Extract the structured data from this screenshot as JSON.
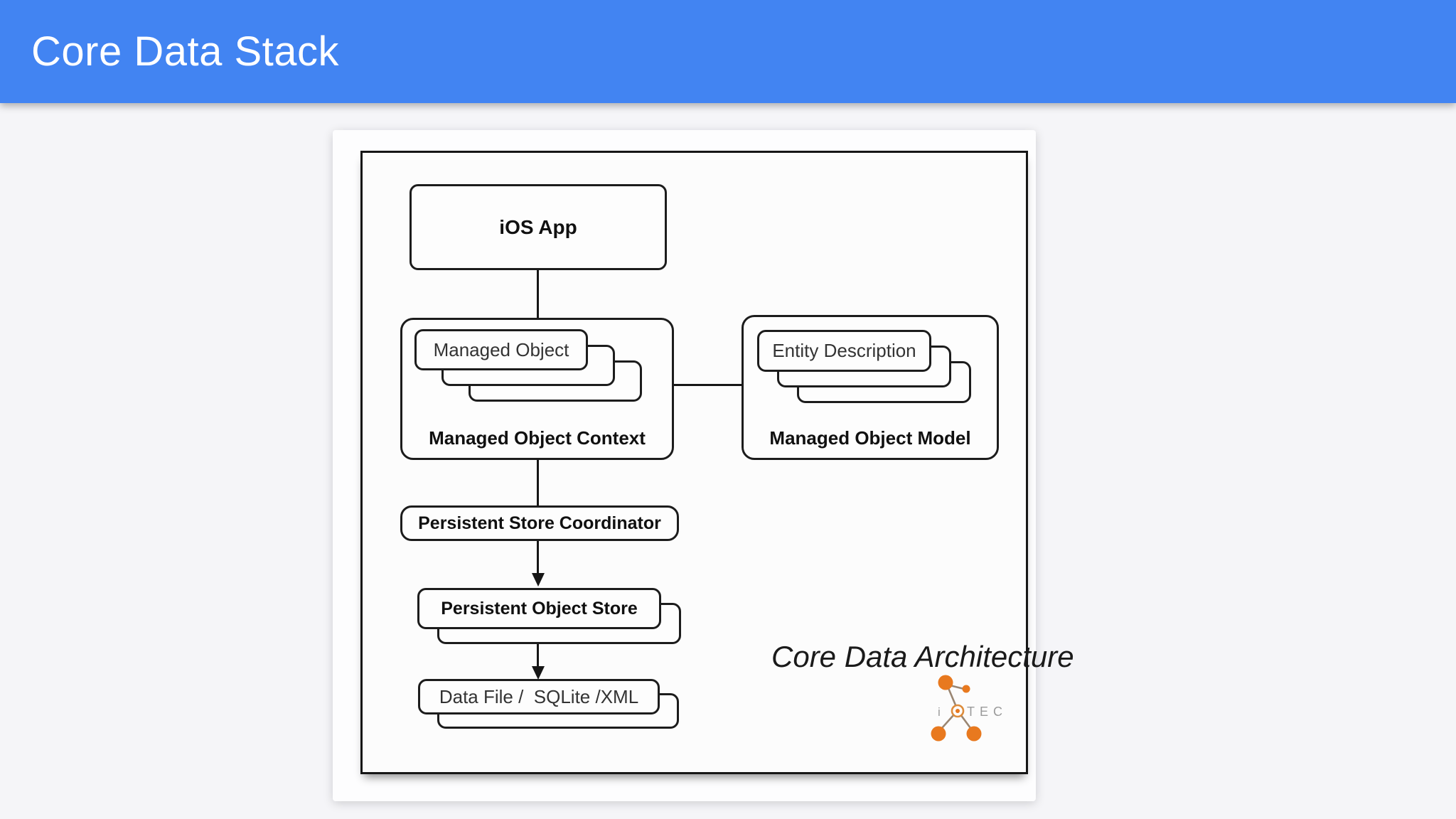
{
  "header": {
    "title": "Core Data Stack",
    "background_color": "#4284f2"
  },
  "slide": {
    "caption": "Core Data Architecture",
    "nodes": {
      "ios_app": "iOS App",
      "managed_object": "Managed Object",
      "managed_object_context": "Managed Object Context",
      "entity_description": "Entity Description",
      "managed_object_model": "Managed Object Model",
      "persistent_store_coordinator": "Persistent Store Coordinator",
      "persistent_object_store": "Persistent Object Store",
      "data_file": "Data File /  SQLite /XML"
    },
    "connections": [
      {
        "from": "ios_app",
        "to": "managed_object_context",
        "style": "line"
      },
      {
        "from": "managed_object_context",
        "to": "managed_object_model",
        "style": "line"
      },
      {
        "from": "managed_object_context",
        "to": "persistent_store_coordinator",
        "style": "line"
      },
      {
        "from": "persistent_store_coordinator",
        "to": "persistent_object_store",
        "style": "arrow"
      },
      {
        "from": "persistent_object_store",
        "to": "data_file",
        "style": "arrow"
      }
    ],
    "logo": {
      "letter_i": "i",
      "letters_tec": "TEC",
      "orange": "#e8791f",
      "line_color": "#9a8672",
      "letter_color": "#9b9b9b"
    },
    "ink_color": "#161616",
    "page_background": "#f5f5f8"
  }
}
